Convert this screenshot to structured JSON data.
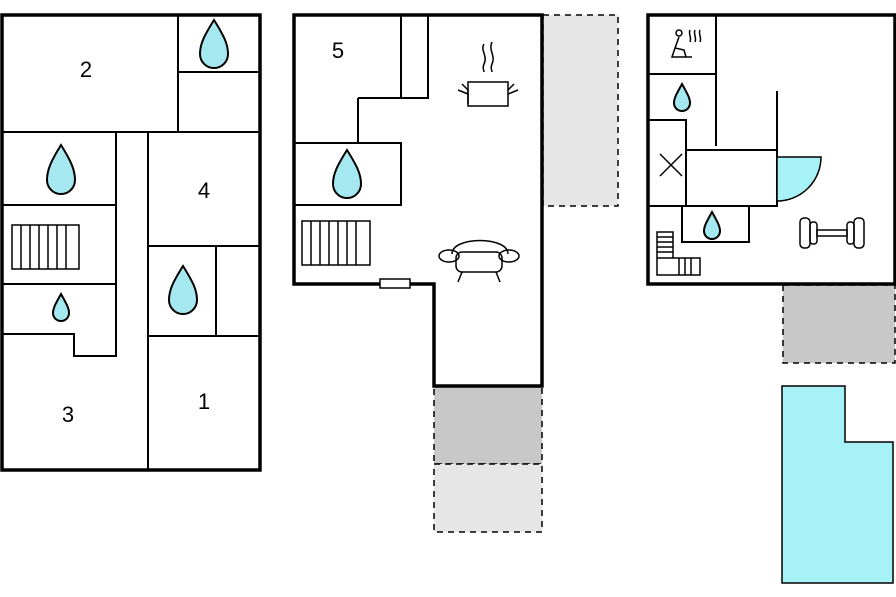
{
  "colors": {
    "wall": "#000000",
    "water": "#a6e8ef",
    "pool": "#a6f2f6",
    "terrace_light": "#e6e6e6",
    "terrace_dark": "#c8c8c8",
    "background": "#ffffff"
  },
  "floors": [
    {
      "rooms": [
        {
          "label": "2"
        },
        {
          "label": "4"
        },
        {
          "label": "3"
        },
        {
          "label": "1"
        }
      ],
      "icons": [
        "water-drop-icon",
        "water-drop-icon",
        "water-drop-icon",
        "water-drop-icon",
        "staircase-icon"
      ]
    },
    {
      "rooms": [
        {
          "label": "5"
        }
      ],
      "icons": [
        "cooking-pot-icon",
        "water-drop-icon",
        "staircase-icon",
        "sofa-icon"
      ]
    },
    {
      "rooms": [],
      "icons": [
        "sauna-icon",
        "water-drop-icon",
        "water-drop-icon",
        "dumbbell-icon",
        "staircase-icon"
      ]
    }
  ]
}
